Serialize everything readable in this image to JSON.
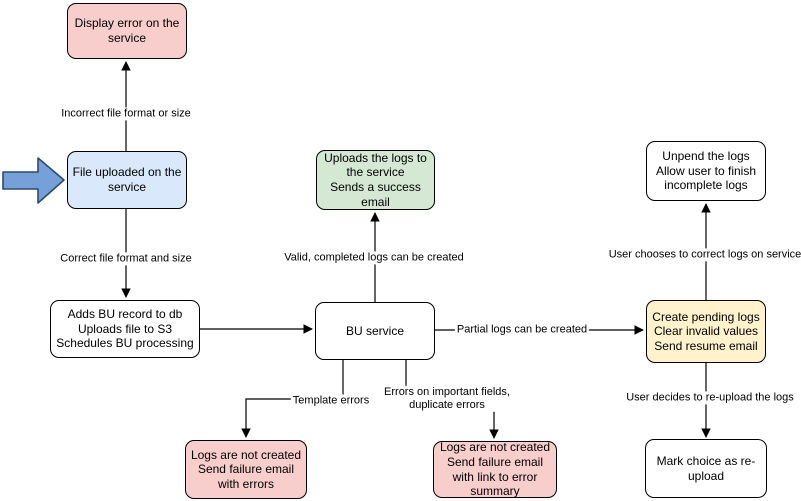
{
  "nodes": {
    "display_error": {
      "text": "Display error on the\nservice",
      "fill": "#F8CECC"
    },
    "file_uploaded": {
      "text": "File uploaded on the\nservice",
      "fill": "#DAE8FC"
    },
    "adds_bu_record": {
      "text": "Adds BU record to db\nUploads file to S3\nSchedules BU processing",
      "fill": "#FFFFFF"
    },
    "uploads_logs": {
      "text": "Uploads the logs to\nthe service\nSends a success\nemail",
      "fill": "#D5E8D4"
    },
    "bu_service": {
      "text": "BU service",
      "fill": "#FFFFFF"
    },
    "create_pending": {
      "text": "Create pending logs\nClear invalid values\nSend resume email",
      "fill": "#FFF2CC"
    },
    "unpend_logs": {
      "text": "Unpend the logs\nAllow user to finish\nincomplete logs",
      "fill": "#FFFFFF"
    },
    "mark_choice": {
      "text": "Mark choice as re-\nupload",
      "fill": "#FFFFFF"
    },
    "logs_not_created_errors": {
      "text": "Logs are not created\nSend failure email\nwith errors",
      "fill": "#F8CECC"
    },
    "logs_not_created_summary": {
      "text": "Logs are not created\nSend failure email\nwith link to error\nsummary",
      "fill": "#F8CECC"
    }
  },
  "edges": {
    "incorrect_format": {
      "label": "Incorrect file format or size"
    },
    "correct_format": {
      "label": "Correct file format and size"
    },
    "valid_logs": {
      "label": "Valid, completed logs can be created"
    },
    "partial_logs": {
      "label": "Partial logs can be created"
    },
    "template_errors": {
      "label": "Template errors"
    },
    "important_errors": {
      "label": "Errors on important fields,\nduplicate errors"
    },
    "choose_correct": {
      "label": "User chooses to correct logs on service"
    },
    "reupload": {
      "label": "User decides to re-upload the logs"
    }
  },
  "colors": {
    "node_stroke": "#000000",
    "pink_fill": "#F8CECC",
    "blue_fill": "#DAE8FC",
    "green_fill": "#D5E8D4",
    "yellow_fill": "#FFF2CC",
    "white_fill": "#FFFFFF",
    "edge_stroke": "#000000",
    "pointer_arrow_fill": "#78A0D8",
    "pointer_arrow_stroke": "#2D4B6E"
  }
}
